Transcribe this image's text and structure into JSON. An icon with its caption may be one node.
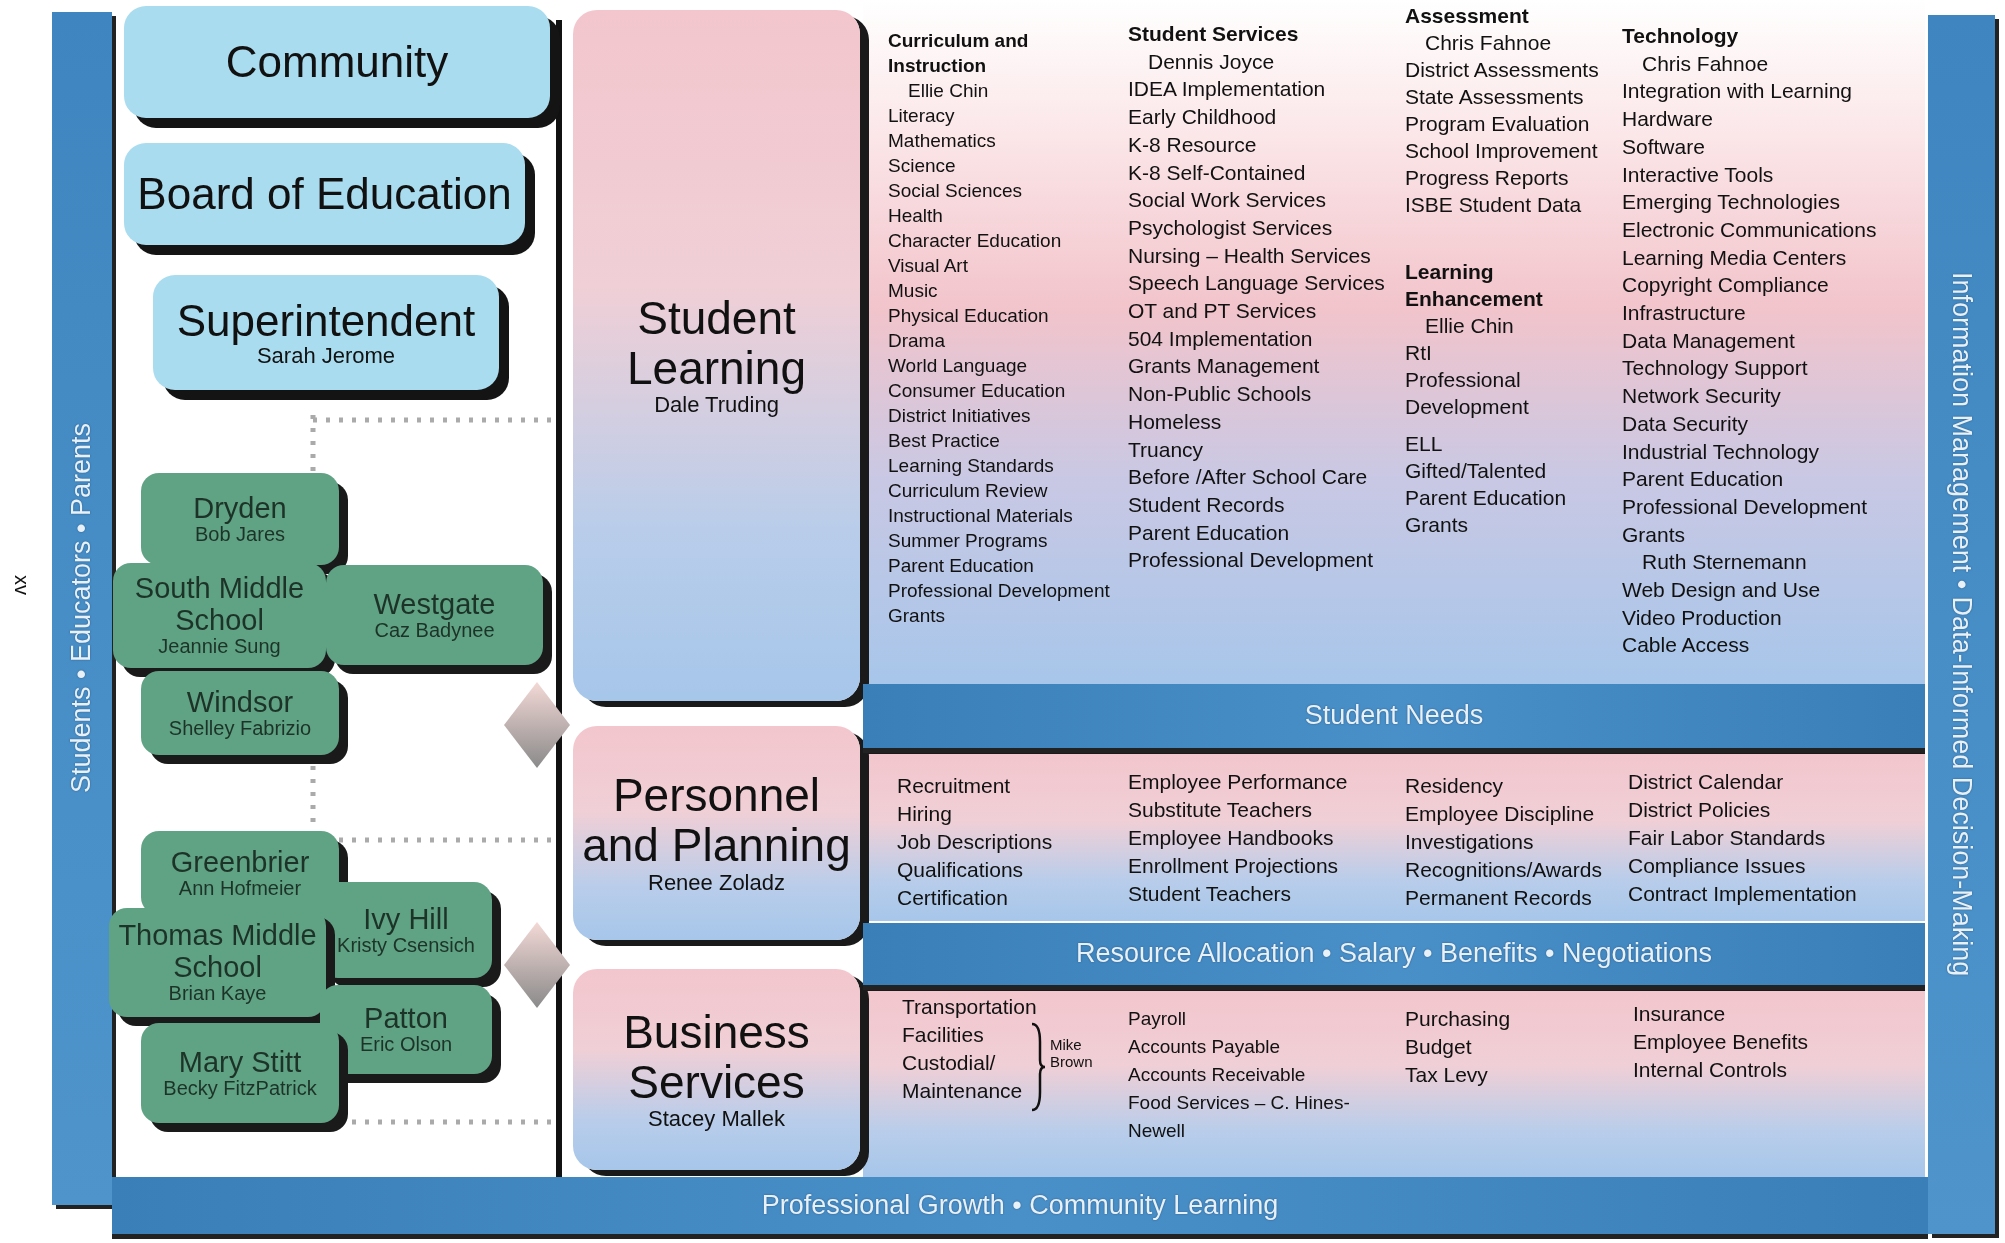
{
  "diagram": {
    "nodes": [
      {
        "text": [
          "Community"
        ]
      },
      {
        "text": [
          "Board of Education"
        ]
      },
      {
        "text": [
          "Superintendent",
          "Sarah Jerome"
        ]
      },
      {
        "text": [
          "Dryden",
          "Bob Jares"
        ]
      },
      {
        "text": [
          "South Middle School",
          "Jeannie Sung"
        ]
      },
      {
        "text": [
          "Westgate",
          "Caz Badynee"
        ]
      },
      {
        "text": [
          "Windsor",
          "Shelley Fabrizio"
        ]
      },
      {
        "text": [
          "Greenbrier",
          "Ann Hofmeier"
        ]
      },
      {
        "text": [
          "Ivy Hill",
          "Kristy Csensich"
        ]
      },
      {
        "text": [
          "Thomas Middle School",
          "Brian Kaye"
        ]
      },
      {
        "text": [
          "Patton",
          "Eric Olson"
        ]
      },
      {
        "text": [
          "Mary Stitt",
          "Becky FitzPatrick"
        ]
      },
      {
        "text": [
          "Student Learning",
          "Dale Truding"
        ]
      },
      {
        "text": [
          "Personnel and Planning",
          "Renee Zoladz"
        ]
      },
      {
        "text": [
          "Business Services",
          "Stacey Mallek"
        ]
      },
      {
        "text": [
          "Students • Educators • Parents"
        ]
      },
      {
        "text": [
          "Information Management • Data-Informed Decision-Making"
        ]
      },
      {
        "text": [
          "Student Needs"
        ]
      },
      {
        "text": [
          "Resource Allocation • Salary • Benefits • Negotiations"
        ]
      },
      {
        "text": [
          "Professional Growth • Community Learning"
        ]
      },
      {
        "text": [],
        "shape": "diamond"
      },
      {
        "text": [],
        "shape": "diamond"
      }
    ],
    "labels": [
      "xv",
      "Curriculum and Instruction",
      "Ellie Chin",
      "Literacy",
      "Mathematics",
      "Science",
      "Social Sciences",
      "Health",
      "Character Education",
      "Visual Art",
      "Music",
      "Physical Education",
      "Drama",
      "World Language",
      "Consumer Education",
      "District Initiatives",
      "Best Practice",
      "Learning Standards",
      "Curriculum Review",
      "Instructional Materials",
      "Summer Programs",
      "Parent Education",
      "Professional Development",
      "Grants",
      "Student Services",
      "Dennis Joyce",
      "IDEA Implementation",
      "Early Childhood",
      "K-8 Resource",
      "K-8 Self-Contained",
      "Social Work Services",
      "Psychologist Services",
      "Nursing – Health Services",
      "Speech Language Services",
      "OT and PT Services",
      "504 Implementation",
      "Grants Management",
      "Non-Public Schools",
      "Homeless",
      "Truancy",
      "Before /After School Care",
      "Student Records",
      "Parent Education",
      "Professional Development",
      "Assessment",
      "Chris Fahnoe",
      "District Assessments",
      "State Assessments",
      "Program Evaluation",
      "School Improvement",
      "Progress Reports",
      "ISBE Student Data",
      "Learning Enhancement",
      "Ellie Chin",
      "RtI",
      "Professional Development",
      "ELL",
      "Gifted/Talented",
      "Parent Education",
      "Grants",
      "Technology",
      "Chris Fahnoe",
      "Integration with Learning",
      "Hardware",
      "Software",
      "Interactive Tools",
      "Emerging Technologies",
      "Electronic Communications",
      "Learning Media Centers",
      "Copyright Compliance",
      "Infrastructure",
      "Data Management",
      "Technology Support",
      "Network Security",
      "Data Security",
      "Industrial Technology",
      "Parent Education",
      "Professional Development",
      "Grants",
      "Ruth Sternemann",
      "Web Design and Use",
      "Video Production",
      "Cable Access",
      "Recruitment",
      "Hiring",
      "Job Descriptions",
      "Qualifications",
      "Certification",
      "Employee Performance",
      "Substitute Teachers",
      "Employee Handbooks",
      "Enrollment Projections",
      "Student Teachers",
      "Residency",
      "Employee Discipline",
      "Investigations",
      "Recognitions/Awards",
      "Permanent Records",
      "District Calendar",
      "District Policies",
      "Fair Labor Standards",
      "Compliance Issues",
      "Contract Implementation",
      "Transportation",
      "Facilities",
      "Custodial/",
      "Maintenance",
      "Mike Brown",
      "Payroll",
      "Accounts Payable",
      "Accounts Receivable",
      "Food Services – C. Hines-Newell",
      "Purchasing",
      "Budget",
      "Tax Levy",
      "Insurance",
      "Employee Benefits",
      "Internal Controls"
    ]
  }
}
